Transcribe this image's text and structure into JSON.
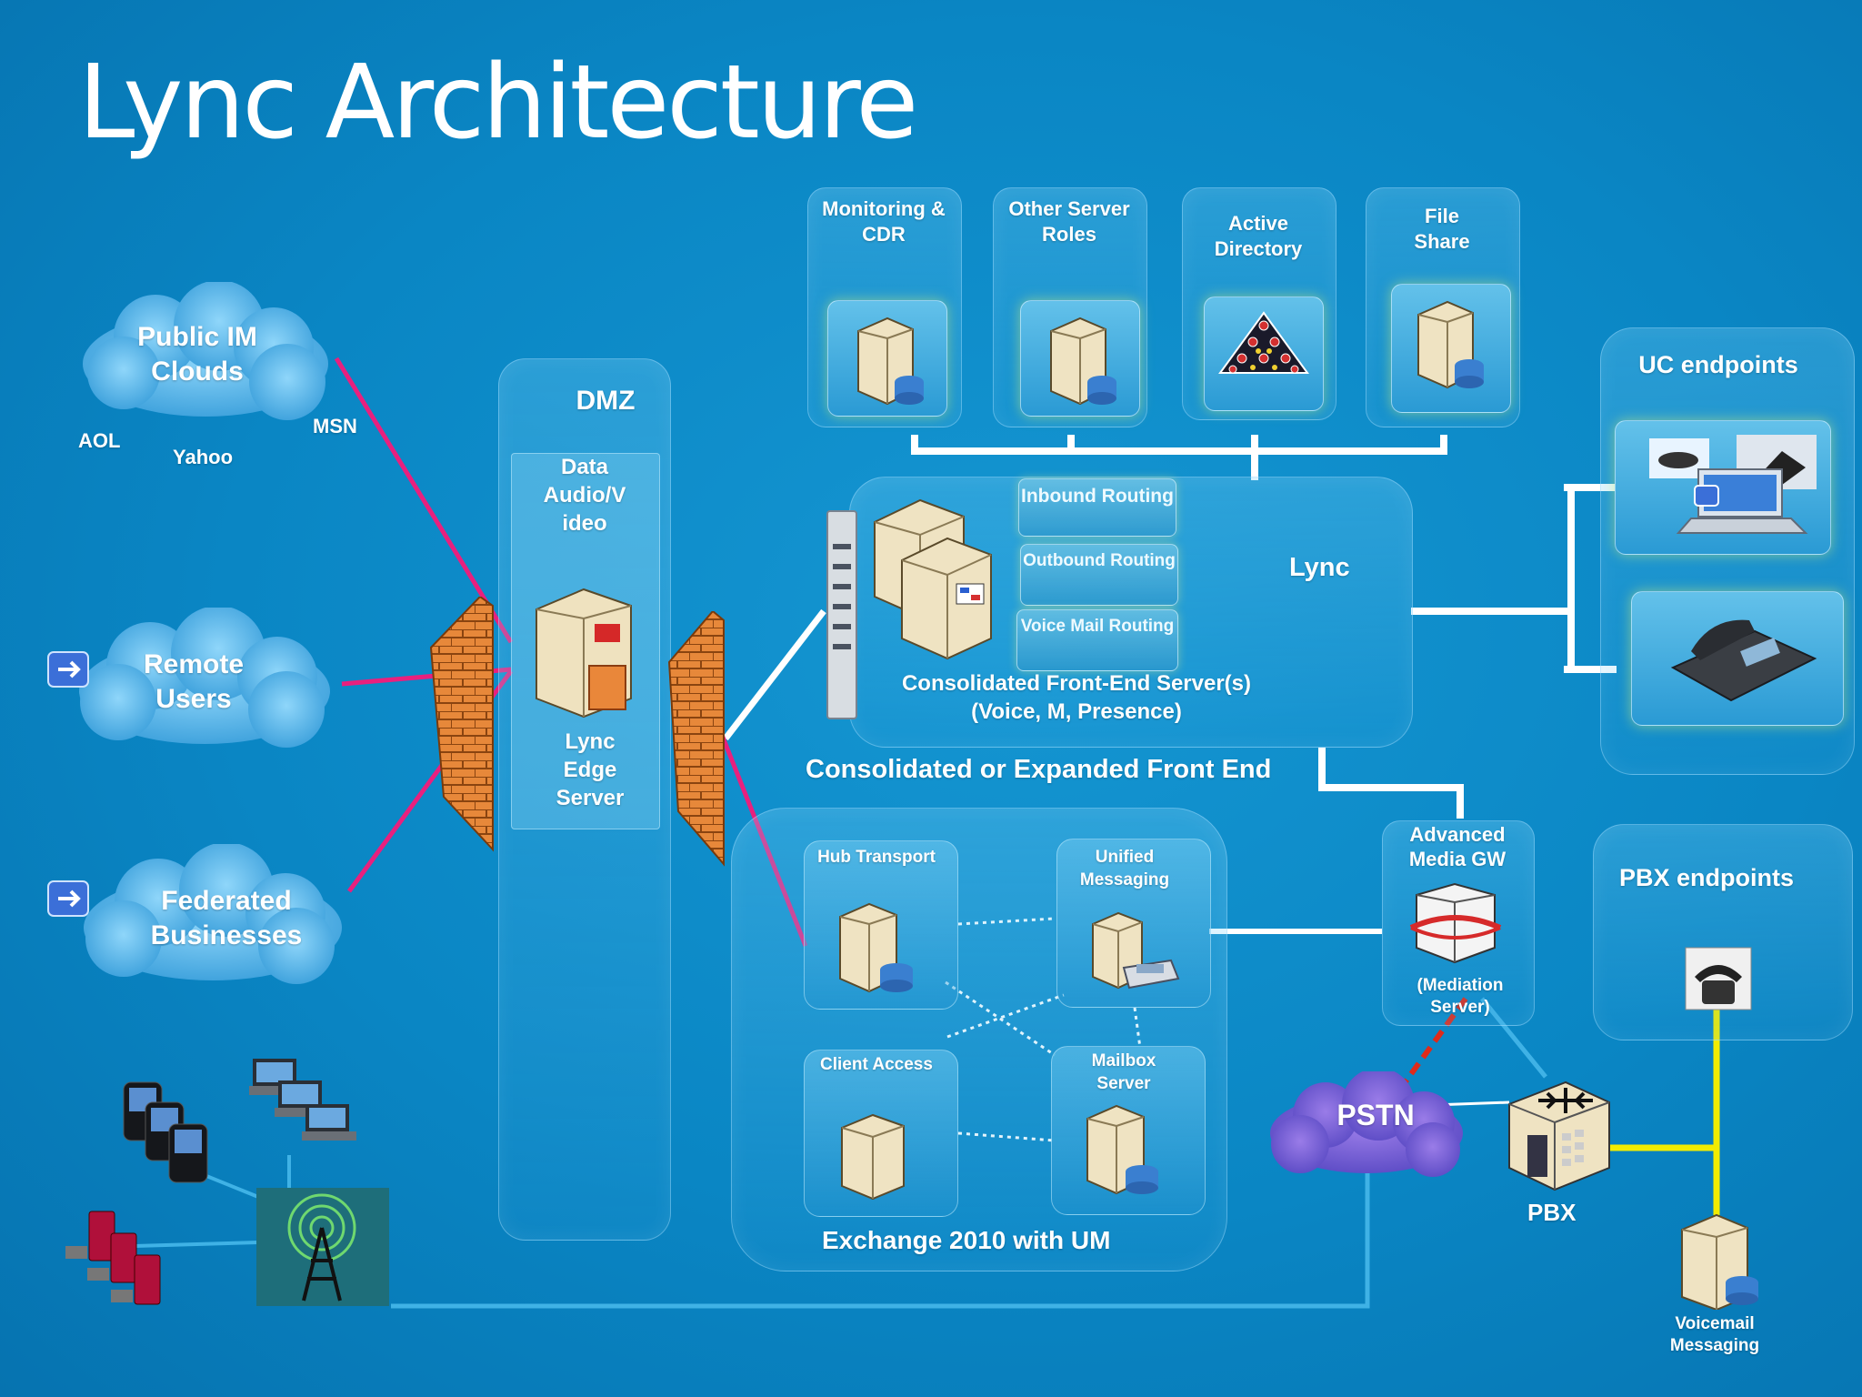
{
  "title": "Lync Architecture",
  "clouds": {
    "public_im": "Public IM\nClouds",
    "aol": "AOL",
    "yahoo": "Yahoo",
    "msn": "MSN",
    "remote_users": "Remote\nUsers",
    "federated": "Federated\nBusinesses",
    "pstn": "PSTN"
  },
  "dmz": {
    "title": "DMZ",
    "data_label": "Data\nAudio/V\nideo",
    "edge_label": "Lync\nEdge\nServer"
  },
  "top_servers": {
    "monitoring": "Monitoring &\nCDR",
    "other_roles": "Other Server\nRoles",
    "active_directory": "Active\nDirectory",
    "file_share": "File\nShare"
  },
  "lync": {
    "label": "Lync",
    "inbound": "Inbound\nRouting",
    "outbound": "Outbound\nRouting",
    "voicemail_routing": "Voice Mail\nRouting",
    "frontend": "Consolidated Front-End Server(s)\n(Voice, M, Presence)",
    "caption": "Consolidated or Expanded Front End"
  },
  "uc": {
    "title": "UC endpoints"
  },
  "exchange": {
    "hub": "Hub Transport",
    "um": "Unified\nMessaging",
    "cas": "Client Access",
    "mailbox": "Mailbox\nServer",
    "caption": "Exchange 2010 with UM"
  },
  "gateway": {
    "title": "Advanced\nMedia GW",
    "sub": "(Mediation\nServer)"
  },
  "pbx": {
    "title": "PBX endpoints",
    "label": "PBX",
    "voicemail": "Voicemail\nMessaging"
  },
  "colors": {
    "background": "#0a8ac8",
    "federation_line": "#e8207e",
    "pbx_line": "#f2ec00",
    "pstn_link": "#e02a1a",
    "wire": "#ffffff"
  }
}
